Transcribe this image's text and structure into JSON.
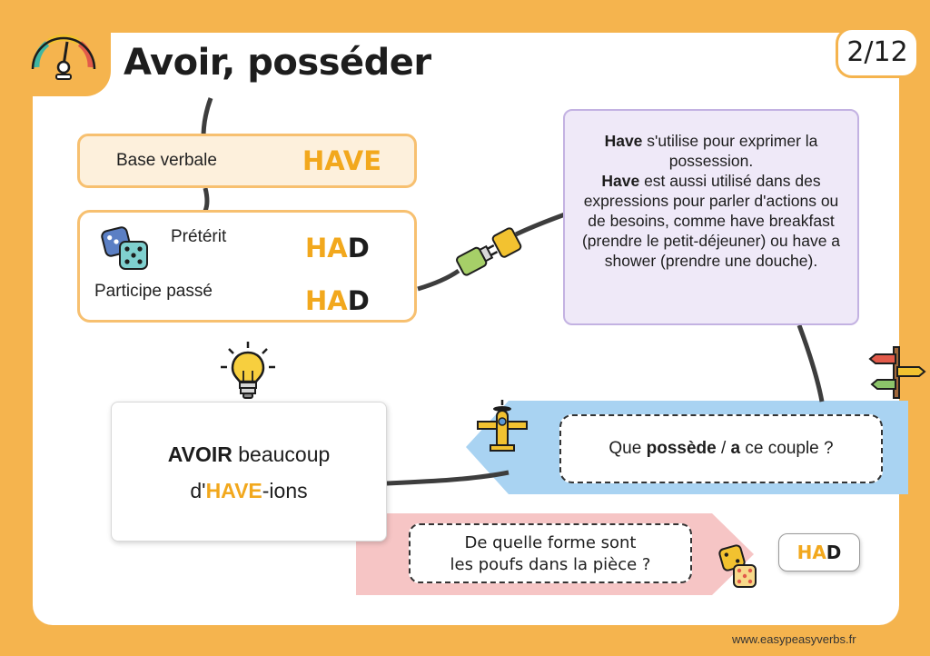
{
  "header": {
    "title": "Avoir, posséder",
    "page_indicator": "2/12"
  },
  "forms": {
    "base_label": "Base verbale",
    "base_value": "HAVE",
    "preterit_label": "Prétérit",
    "preterit_value_highlight": "HA",
    "preterit_value_rest": "D",
    "participle_label": "Participe passé",
    "participle_value_highlight": "HA",
    "participle_value_rest": "D"
  },
  "info": {
    "word1": "Have",
    "line1_rest": " s'utilise pour exprimer la possession.",
    "word2": "Have",
    "line2_rest": " est aussi utilisé dans des expressions pour parler d'actions ou de besoins, comme have breakfast (prendre le petit-déjeuner) ou have a shower (prendre une douche)."
  },
  "tip": {
    "strong": "AVOIR",
    "rest1": " beaucoup",
    "prefix2": "d'",
    "highlight": "HAVE",
    "rest2": "-ions"
  },
  "question1": {
    "before": "Que ",
    "bold1": "possède",
    "mid": " / ",
    "bold2": "a",
    "after": " ce couple ?"
  },
  "question2": {
    "line1": "De quelle forme sont",
    "line2": "les poufs dans la pièce ?"
  },
  "answer": {
    "highlight": "HA",
    "rest": "D"
  },
  "footer": {
    "url": "www.easypeasyverbs.fr"
  },
  "colors": {
    "frame": "#f5b44e",
    "accent": "#f2a81d",
    "info_bg": "#efe9f8",
    "info_border": "#c3b2e2",
    "blue_banner": "#a9d3f2",
    "pink_banner": "#f6c5c5"
  },
  "icons": [
    "speedometer-icon",
    "dice-icon",
    "plug-icon",
    "lightbulb-icon",
    "airplane-icon",
    "signpost-icon",
    "dice-pair-icon"
  ]
}
